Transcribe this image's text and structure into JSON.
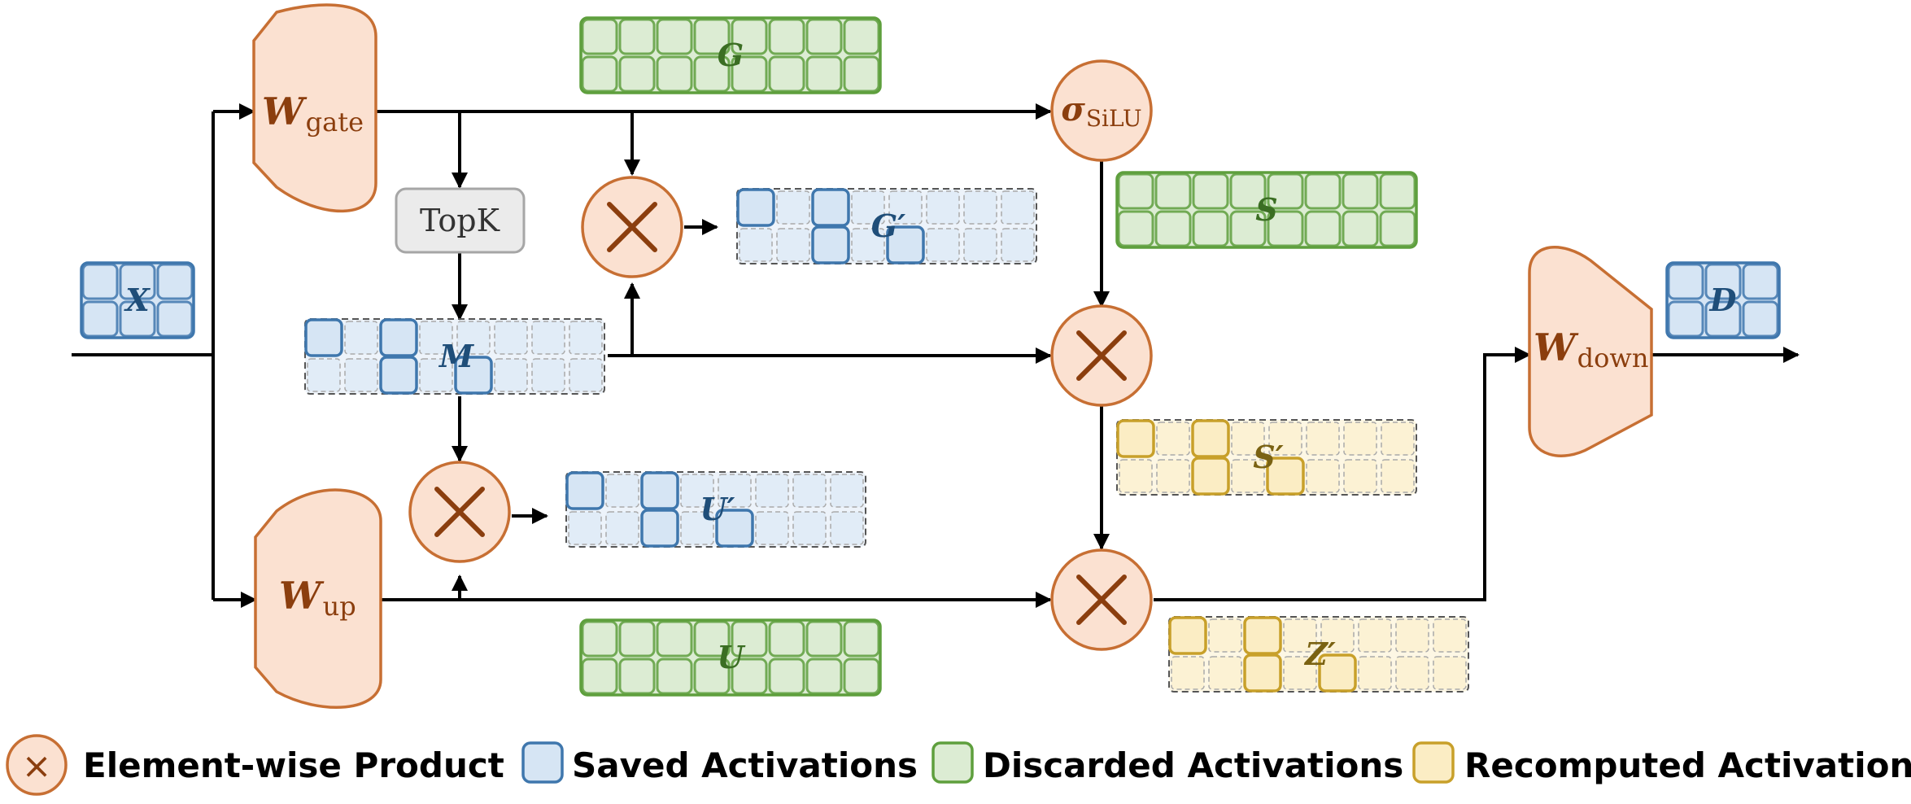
{
  "labels": {
    "w_gate": "W",
    "w_gate_sub": "gate",
    "w_up": "W",
    "w_up_sub": "up",
    "w_down": "W",
    "w_down_sub": "down",
    "sigma": "σ",
    "sigma_sub": "SiLU",
    "topk": "TopK",
    "x": "X",
    "g": "G",
    "s": "S",
    "u": "U",
    "d": "D",
    "m": "M",
    "g_prime": "G′",
    "u_prime": "U′",
    "s_prime": "S′",
    "z_prime": "Z′",
    "times": "×"
  },
  "legend": {
    "product": "Element-wise Product",
    "saved": "Saved Activations",
    "discarded": "Discarded Activations",
    "recomputed": "Recomputed Activations"
  },
  "colors": {
    "weight_fill": "#fbe1d1",
    "weight_stroke": "#c76f33",
    "weight_text": "#8b3e0e",
    "saved_fill": "#d6e5f4",
    "saved_stroke": "#3f77ad",
    "saved_text": "#1f4e79",
    "discarded_fill": "#dcecd3",
    "discarded_stroke": "#5e9f3d",
    "discarded_text": "#3b6e23",
    "recomputed_fill": "#fbedc4",
    "recomputed_stroke": "#c8a02a",
    "recomputed_text": "#7a6212",
    "topk_fill": "#ebebeb",
    "topk_stroke": "#a6a6a6",
    "line": "#000000"
  }
}
